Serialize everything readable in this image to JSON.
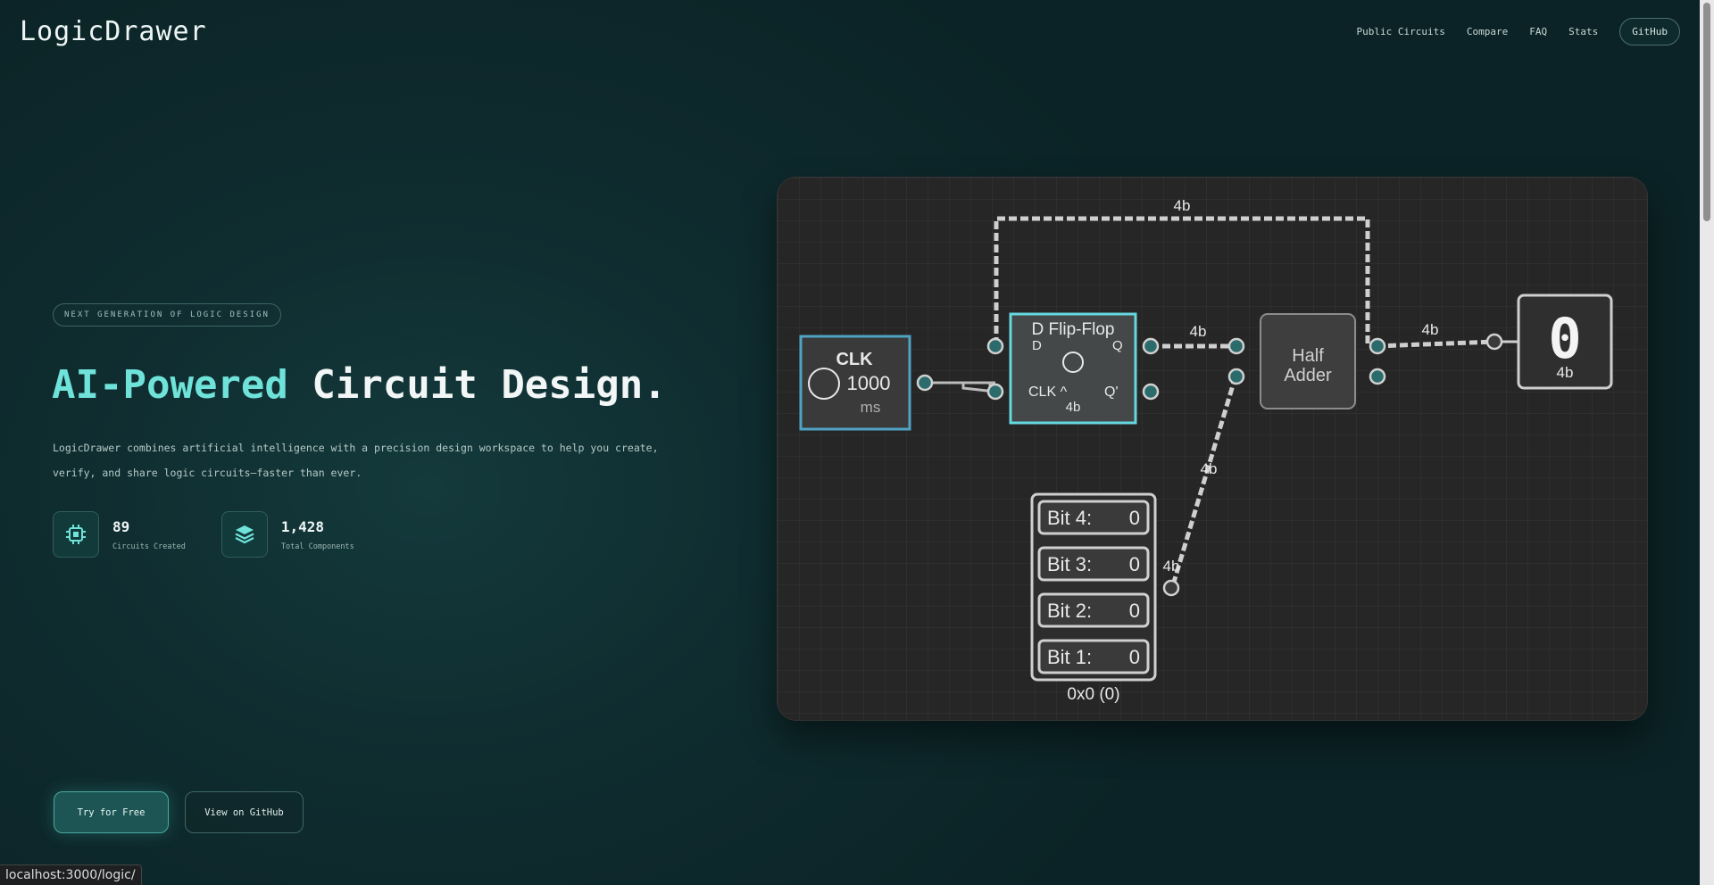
{
  "header": {
    "logo": "LogicDrawer",
    "nav": [
      "Public Circuits",
      "Compare",
      "FAQ",
      "Stats"
    ],
    "github": "GitHub"
  },
  "hero": {
    "badge": "NEXT GENERATION OF LOGIC DESIGN",
    "title_accent": "AI-Powered",
    "title_rest": " Circuit Design.",
    "description": "LogicDrawer combines artificial intelligence with a precision design workspace to help you create, verify, and share logic circuits—faster than ever.",
    "stats": [
      {
        "value": "89",
        "label": "Circuits Created",
        "icon": "chip-icon"
      },
      {
        "value": "1,428",
        "label": "Total Components",
        "icon": "layers-icon"
      }
    ],
    "primary_button": "Try for Free",
    "secondary_button": "View on GitHub"
  },
  "circuit": {
    "clock": {
      "title": "CLK",
      "period": "1000",
      "unit": "ms"
    },
    "flipflop": {
      "title": "D Flip-Flop",
      "d": "D",
      "q": "Q",
      "clk": "CLK ^",
      "qn": "Q'",
      "width": "4b"
    },
    "adder": {
      "line1": "Half",
      "line2": "Adder"
    },
    "display": {
      "digit": "0",
      "width": "4b"
    },
    "input": {
      "bits": [
        {
          "label": "Bit 4:",
          "value": "0"
        },
        {
          "label": "Bit 3:",
          "value": "0"
        },
        {
          "label": "Bit 2:",
          "value": "0"
        },
        {
          "label": "Bit 1:",
          "value": "0"
        }
      ],
      "readout": "0x0 (0)"
    },
    "wire_labels": {
      "feedback": "4b",
      "q_to_adder": "4b",
      "adder_to_display": "4b",
      "input_bus": "4b",
      "input_port": "4b"
    },
    "colors": {
      "accent": "#6fe3da",
      "clock_border": "#4fa3c4",
      "flipflop_border": "#66d8e0",
      "wire": "#c9c9c9",
      "port": "#2b6b6b"
    }
  },
  "status_url": "localhost:3000/logic/"
}
